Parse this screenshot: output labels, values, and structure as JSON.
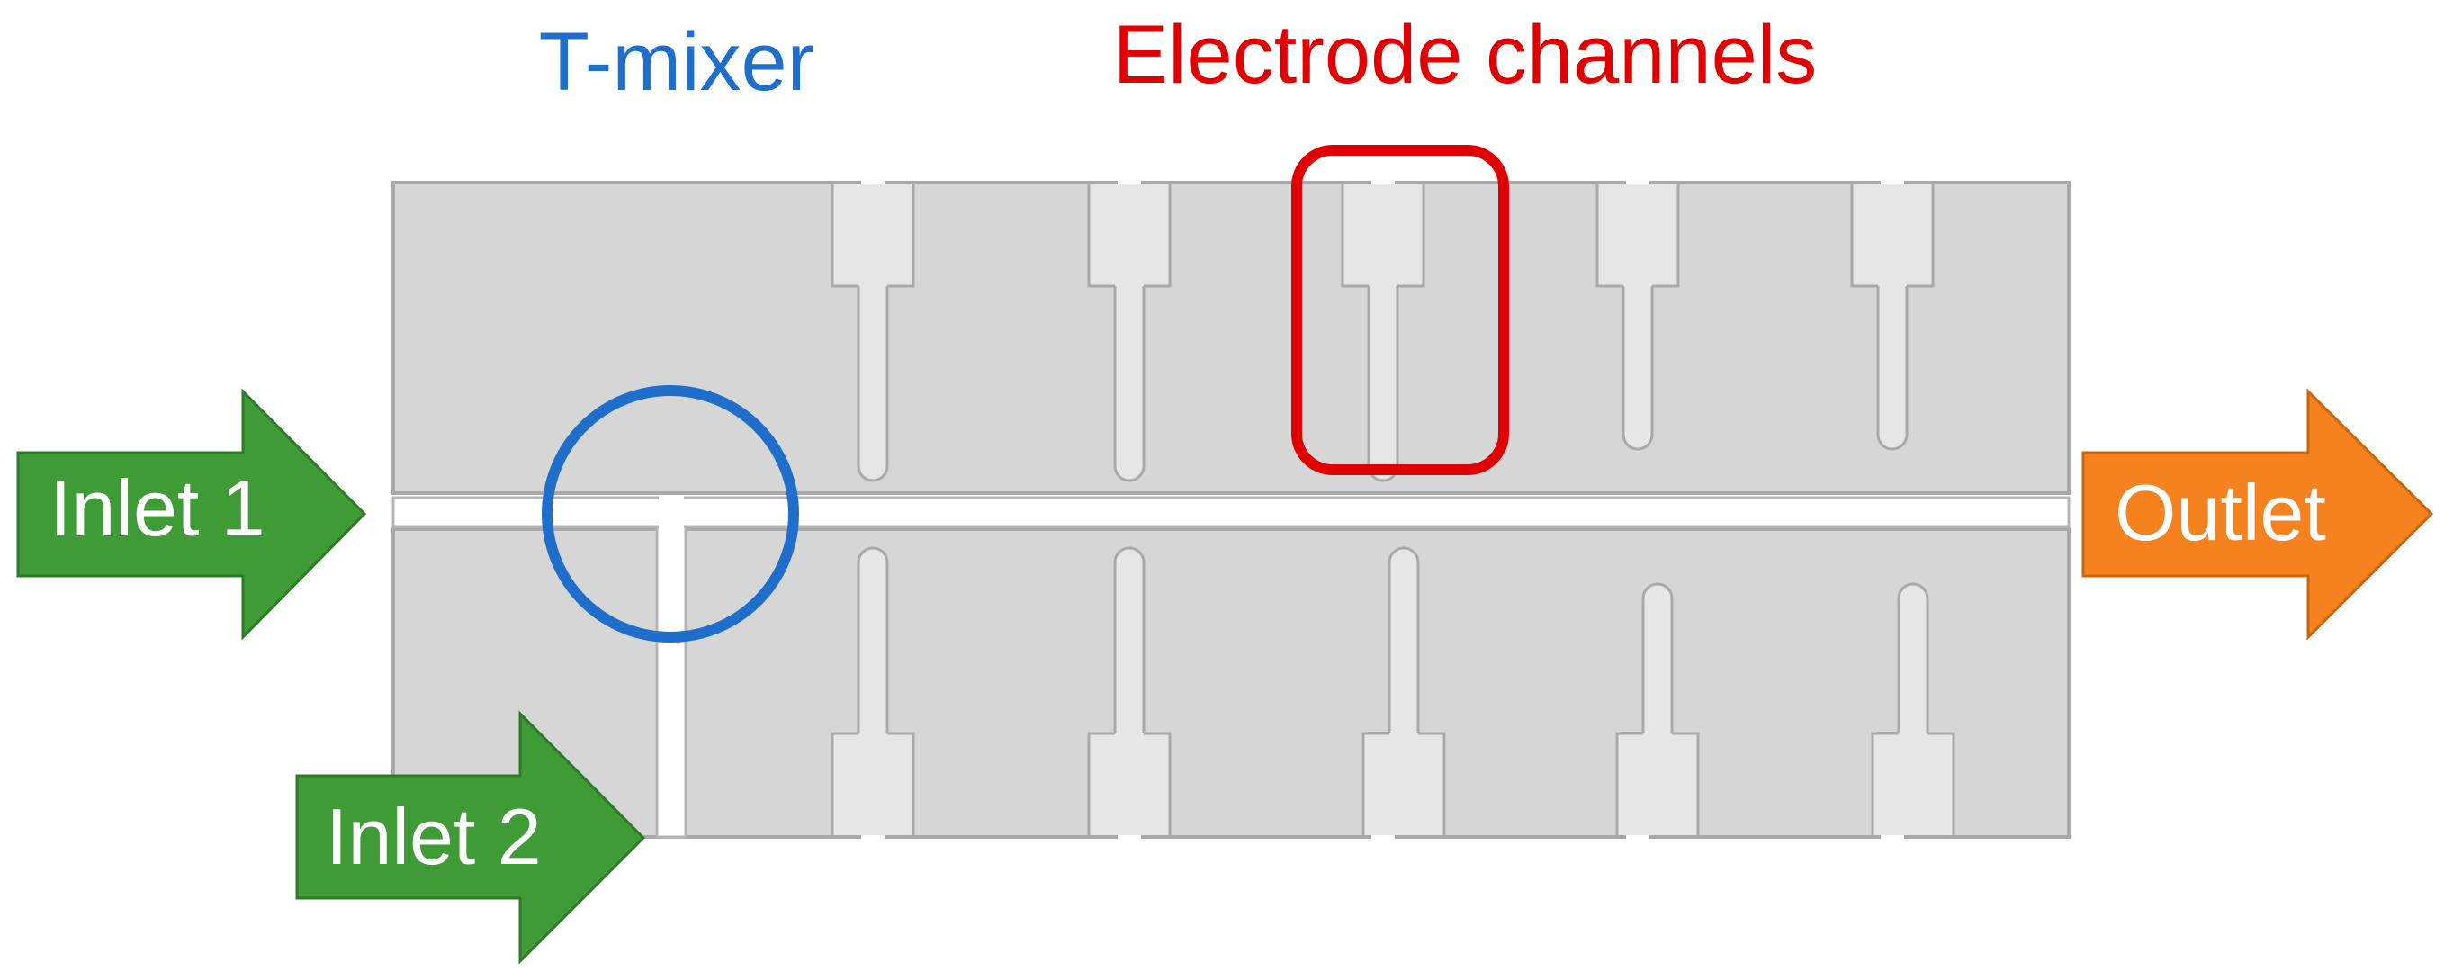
{
  "labels": {
    "t_mixer": "T-mixer",
    "electrode_channels": "Electrode channels",
    "inlet1": "Inlet 1",
    "inlet2": "Inlet 2",
    "outlet": "Outlet"
  },
  "colors": {
    "chip_fill": "#d6d6d6",
    "chip_edge": "#a9a9a9",
    "channel_fill": "#ffffff",
    "electrode_fill": "#e6e6e6",
    "inlet_arrow": "#3e9b35",
    "outlet_arrow": "#f5811f",
    "t_mixer_highlight": "#1f6ecb",
    "electrode_highlight": "#e00000"
  },
  "top_electrode_count": 5,
  "bottom_electrode_count": 5
}
